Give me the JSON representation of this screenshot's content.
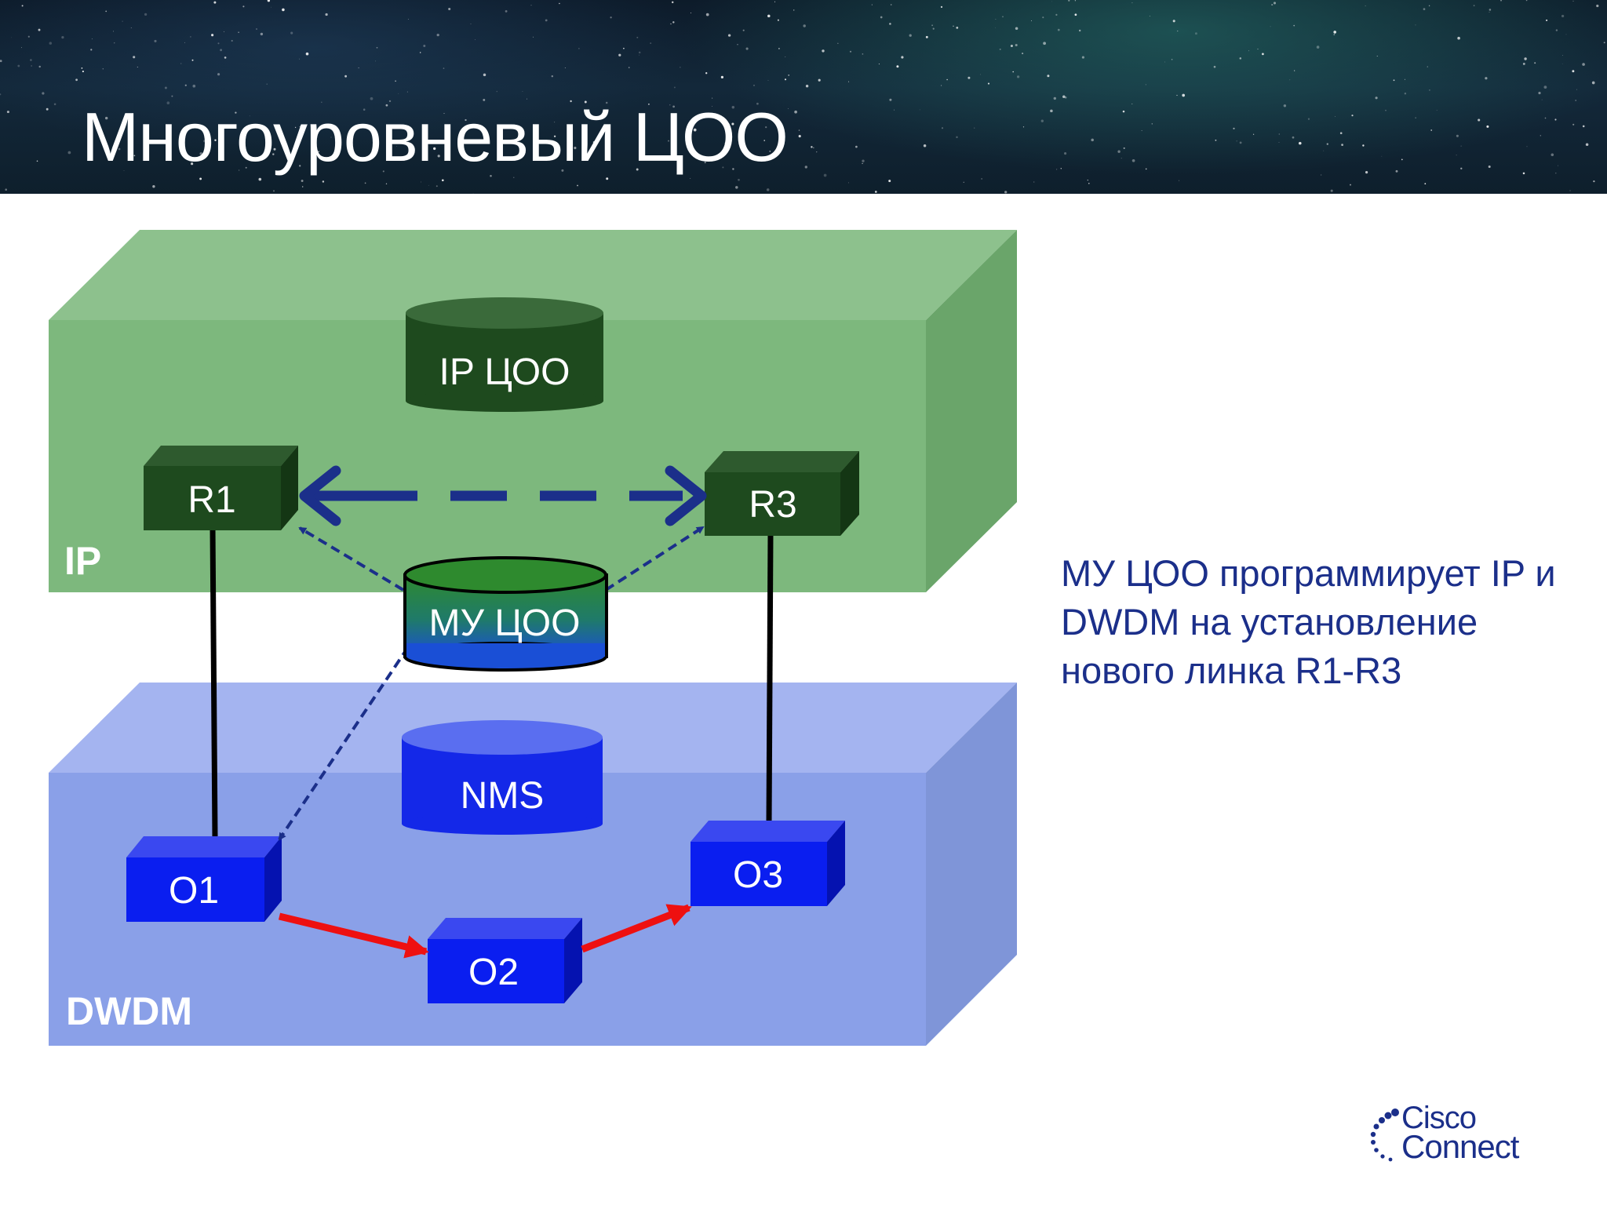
{
  "slide": {
    "title": "Многоуровневый ЦОО",
    "description": "МУ ЦОО программирует IP и DWDM на установление нового линка R1-R3"
  },
  "layers": {
    "ip": {
      "label": "IP",
      "color": "#7db87d"
    },
    "dwdm": {
      "label": "DWDM",
      "color": "#8aa0e8"
    }
  },
  "nodes": {
    "ip_controller": "IP ЦОО",
    "multilayer_controller": "МУ ЦОО",
    "nms": "NMS",
    "r1": "R1",
    "r3": "R3",
    "o1": "O1",
    "o2": "O2",
    "o3": "O3"
  },
  "colors": {
    "router": "#1e4a1e",
    "optical": "#0a1ef0",
    "link_new": "#1b2f8a",
    "link_optical_path": "#ee1010",
    "text_accent": "#1b2f8a"
  },
  "logo": {
    "line1": "Cisco",
    "line2": "Connect"
  }
}
